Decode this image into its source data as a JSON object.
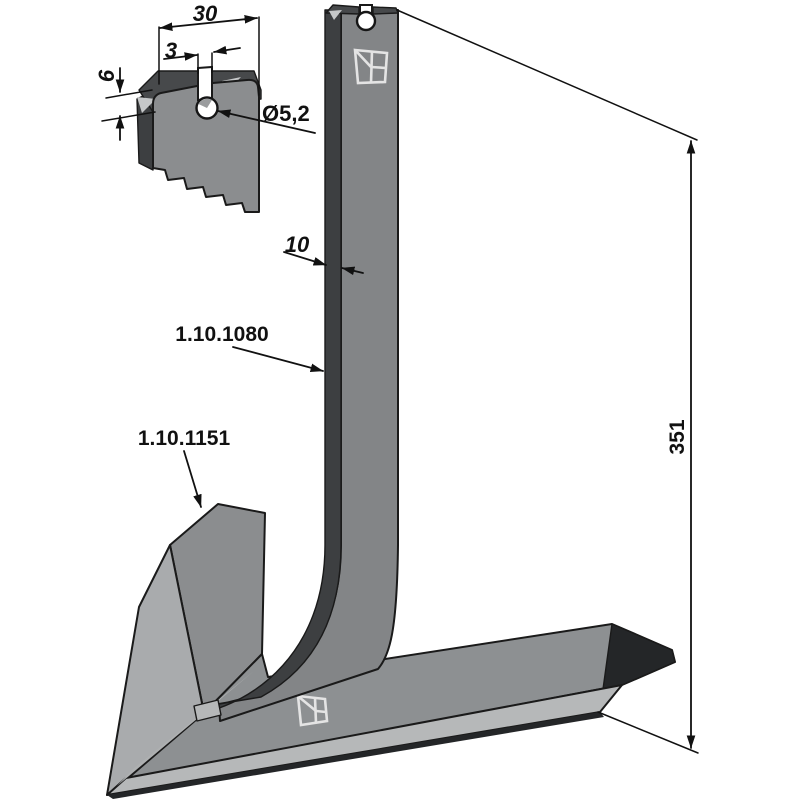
{
  "drawing": {
    "type": "isometric technical drawing of a cultivator shank with sweep share",
    "detail_view": {
      "width_dim": "30",
      "slot_width_dim": "3",
      "step_height_dim": "6",
      "hole_diameter_dim": "Ø5,2"
    },
    "shank": {
      "part_number": "1.10.1080",
      "thickness_dim": "10"
    },
    "sweep": {
      "part_number": "1.10.1151"
    },
    "overall_height_dim": "351",
    "logo": "manufacturer-window-logo",
    "colors": {
      "background": "#ffffff",
      "outline": "#1a1a1a",
      "text": "#111111",
      "face": "#838587",
      "face_light": "#8d9092",
      "face_det": "#8b8d8f",
      "side_dark": "#3d3f41",
      "top_dark": "#47494b",
      "wing_light": "#a9abad",
      "bevel": "#b6b8b9",
      "chamfer": "#c6c8c9",
      "logo_stroke": "#e4e4e4"
    }
  }
}
